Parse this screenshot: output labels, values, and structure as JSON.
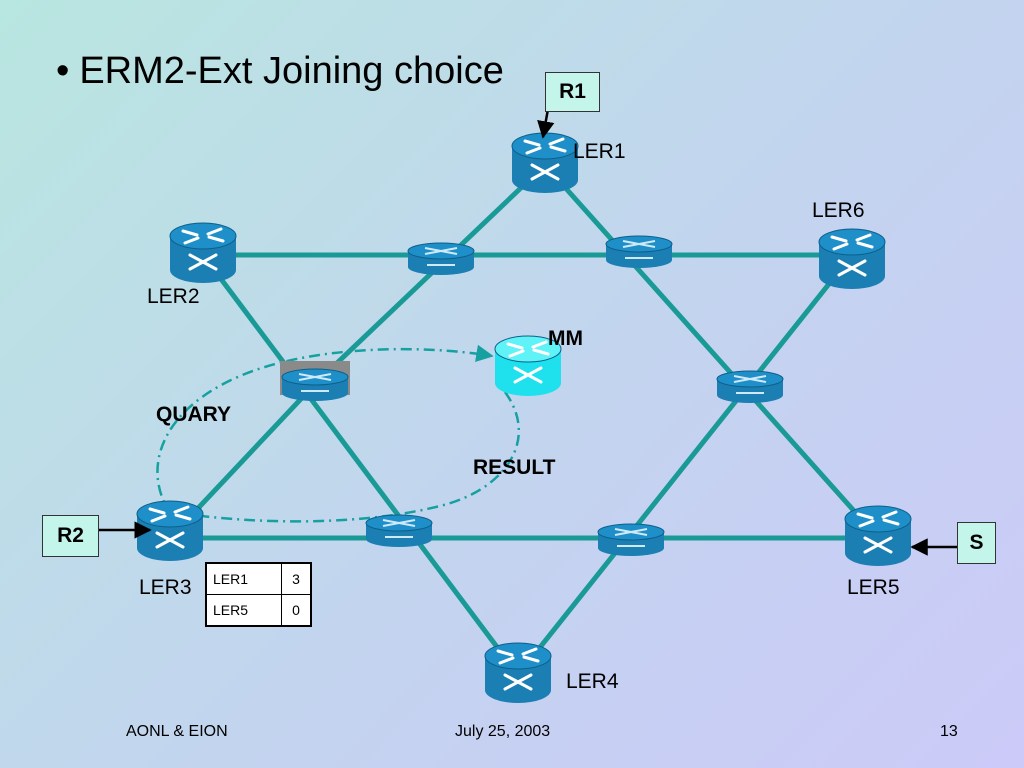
{
  "slide": {
    "bullet": "•",
    "title": "ERM2-Ext Joining choice"
  },
  "nodes": {
    "ler1": "LER1",
    "ler2": "LER2",
    "ler3": "LER3",
    "ler4": "LER4",
    "ler5": "LER5",
    "ler6": "LER6",
    "mm": "MM"
  },
  "boxes": {
    "r1": "R1",
    "r2": "R2",
    "s": "S"
  },
  "annotations": {
    "query": "QUARY",
    "result": "RESULT"
  },
  "table": {
    "rows": [
      {
        "router": "LER1",
        "value": "3"
      },
      {
        "router": "LER5",
        "value": "0"
      }
    ]
  },
  "footer": {
    "left": "AONL & EION",
    "center": "July 25, 2003",
    "right": "13"
  },
  "colors": {
    "link": "#1a9a96",
    "router_body": "#1b7fb4",
    "router_top": "#1e8fc8",
    "mm_router": "#1fe1ee",
    "dashed_path": "#16a0a0",
    "box_fill": "#c4f5ea"
  },
  "icons": {
    "router": "router-icon",
    "switch": "switch-icon"
  }
}
